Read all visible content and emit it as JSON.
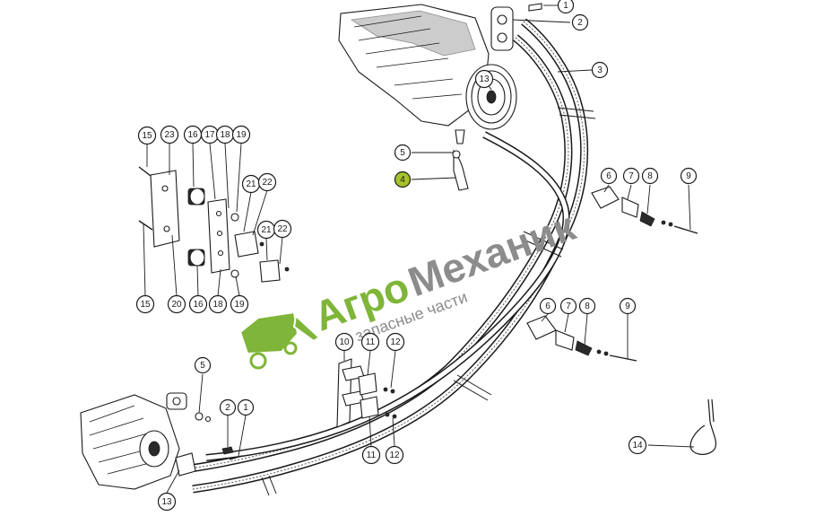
{
  "diagram": {
    "watermark": {
      "title_part1": "Агро",
      "title_part2": "Механик",
      "subtitle": "запасные части",
      "color_part1": "#7fb538",
      "color_part2": "#8c8c8c",
      "logo_icon": "combine-harvester-icon"
    },
    "highlight_color": "#a6c22b",
    "callouts": [
      {
        "id": "c-top-1",
        "label": "1"
      },
      {
        "id": "c-top-2",
        "label": "2"
      },
      {
        "id": "c-top-3",
        "label": "3"
      },
      {
        "id": "c-top-13",
        "label": "13"
      },
      {
        "id": "c-mid-5",
        "label": "5"
      },
      {
        "id": "c-mid-4",
        "label": "4"
      },
      {
        "id": "c-l-15a",
        "label": "15"
      },
      {
        "id": "c-l-23",
        "label": "23"
      },
      {
        "id": "c-l-16a",
        "label": "16"
      },
      {
        "id": "c-l-17",
        "label": "17"
      },
      {
        "id": "c-l-18a",
        "label": "18"
      },
      {
        "id": "c-l-19a",
        "label": "19"
      },
      {
        "id": "c-l-21a",
        "label": "21"
      },
      {
        "id": "c-l-22a",
        "label": "22"
      },
      {
        "id": "c-l-21b",
        "label": "21"
      },
      {
        "id": "c-l-22b",
        "label": "22"
      },
      {
        "id": "c-l-15b",
        "label": "15"
      },
      {
        "id": "c-l-20",
        "label": "20"
      },
      {
        "id": "c-l-16b",
        "label": "16"
      },
      {
        "id": "c-l-18b",
        "label": "18"
      },
      {
        "id": "c-l-19b",
        "label": "19"
      },
      {
        "id": "c-r-6a",
        "label": "6"
      },
      {
        "id": "c-r-7a",
        "label": "7"
      },
      {
        "id": "c-r-8a",
        "label": "8"
      },
      {
        "id": "c-r-9a",
        "label": "9"
      },
      {
        "id": "c-r-6b",
        "label": "6"
      },
      {
        "id": "c-r-7b",
        "label": "7"
      },
      {
        "id": "c-r-8b",
        "label": "8"
      },
      {
        "id": "c-r-9b",
        "label": "9"
      },
      {
        "id": "c-c-10",
        "label": "10"
      },
      {
        "id": "c-c-11a",
        "label": "11"
      },
      {
        "id": "c-c-12a",
        "label": "12"
      },
      {
        "id": "c-c-11b",
        "label": "11"
      },
      {
        "id": "c-c-12b",
        "label": "12"
      },
      {
        "id": "c-b-5",
        "label": "5"
      },
      {
        "id": "c-b-2",
        "label": "2"
      },
      {
        "id": "c-b-1",
        "label": "1"
      },
      {
        "id": "c-b-13",
        "label": "13"
      },
      {
        "id": "c-b-14",
        "label": "14"
      }
    ]
  }
}
